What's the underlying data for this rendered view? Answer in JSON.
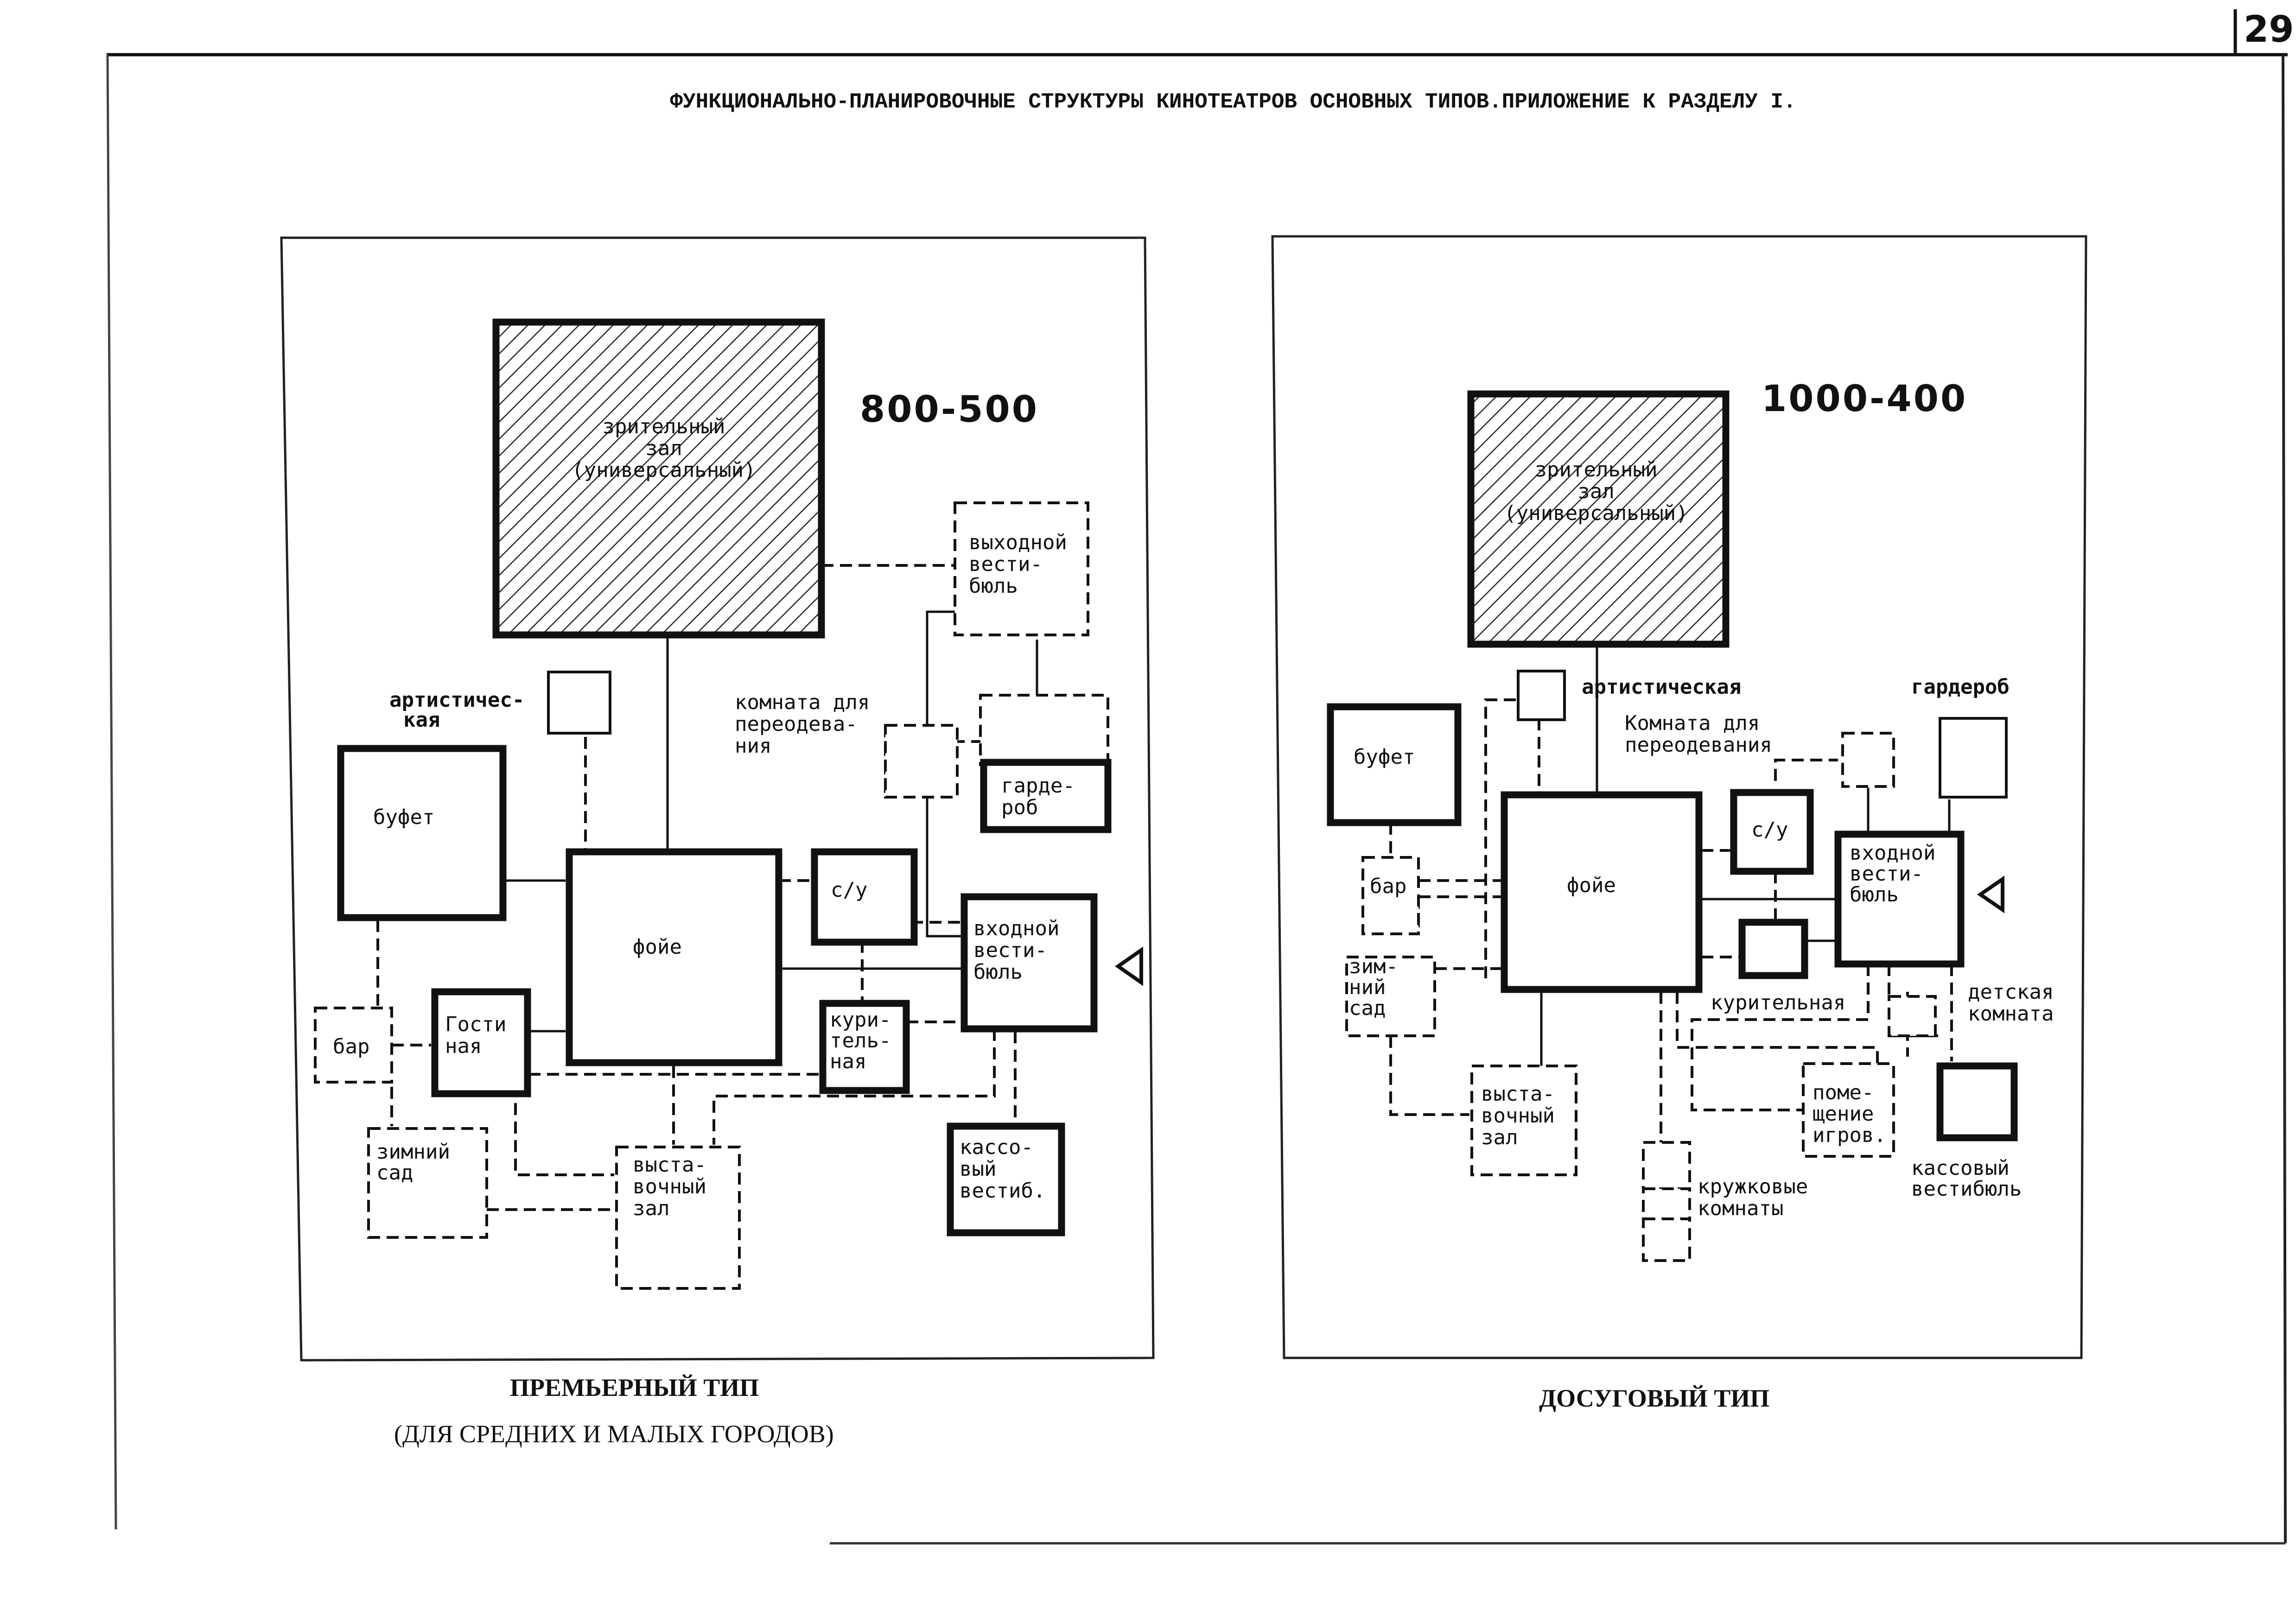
{
  "page_number": "29",
  "title": "ФУНКЦИОНАЛЬНО-ПЛАНИРОВОЧНЫЕ СТРУКТУРЫ КИНОТЕАТРОВ ОСНОВНЫХ  ТИПОВ.ПРИЛОЖЕНИЕ К РАЗДЕЛУ I.",
  "left": {
    "capacity": "800-500",
    "caption_1": "ПРЕМЬЕРНЫЙ ТИП",
    "caption_2": "(ДЛЯ СРЕДНИХ И МАЛЫХ ГОРОДОВ)",
    "hall": [
      "зрительный",
      "зал",
      "(универсальный)"
    ],
    "artist": [
      "артистичес-",
      "кая"
    ],
    "exit": [
      "выходной",
      "вести-",
      "бюль"
    ],
    "changing": [
      "комната для",
      "переодева-",
      "ния"
    ],
    "buffet": "буфет",
    "foyer": "фойе",
    "wc": "с/у",
    "cloak": [
      "гарде-",
      "роб"
    ],
    "entrance": [
      "входной",
      "вести-",
      "бюль"
    ],
    "bar": "бар",
    "lounge": [
      "Гости",
      "ная"
    ],
    "smoking": [
      "кури-",
      "тель-",
      "ная"
    ],
    "winter": [
      "зимний",
      "сад"
    ],
    "expo": [
      "выста-",
      "вочный",
      "зал"
    ],
    "ticket": [
      "кассо-",
      "вый",
      "вестиб."
    ]
  },
  "right": {
    "capacity": "1000-400",
    "caption": "ДОСУГОВЫЙ ТИП",
    "hall": [
      "зрительный",
      "зал",
      "(универсальный)"
    ],
    "artist": "артистическая",
    "cloak": "гардероб",
    "changing": [
      "Комната для",
      "переодевания"
    ],
    "buffet": "буфет",
    "bar": "бар",
    "foyer": "фойе",
    "wc": "с/у",
    "entrance": [
      "входной",
      "вести-",
      "бюль"
    ],
    "winter": [
      "зим-",
      "ний",
      "сад"
    ],
    "smoking": "курительная",
    "kids": [
      "детская",
      "комната"
    ],
    "expo": [
      "выста-",
      "вочный",
      "зал"
    ],
    "games": [
      "поме-",
      "щение",
      "игров."
    ],
    "ticket": [
      "кассовый",
      "вестибюль"
    ],
    "clubs": [
      "кружковые",
      "комнаты"
    ]
  }
}
